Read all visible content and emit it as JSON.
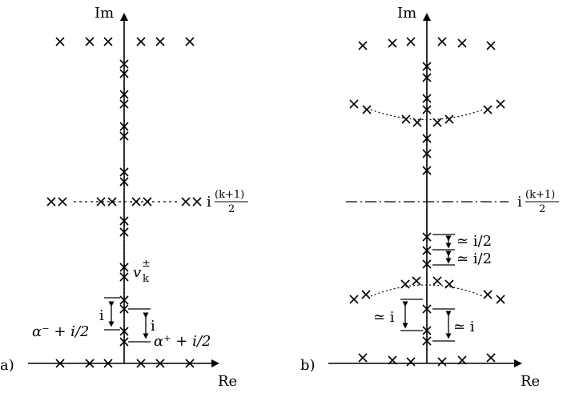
{
  "panel_a": {
    "tag": "a)",
    "axis_im": "Im",
    "axis_re": "Re",
    "mid_level_main": "i",
    "mid_level_frac": "(k+1)",
    "mid_level_den": "2",
    "v_label": "v",
    "v_sup": "±",
    "v_sub": "k",
    "gap_left": "i",
    "gap_right": "i",
    "alpha_minus": "α⁻ + i/2",
    "alpha_plus": "α⁺ + i/2"
  },
  "panel_b": {
    "tag": "b)",
    "axis_im": "Im",
    "axis_re": "Re",
    "mid_level_main": "i",
    "mid_level_frac": "(k+1)",
    "mid_level_den": "2",
    "gap_half_1": "≃ i/2",
    "gap_half_2": "≃ i/2",
    "gap_left": "≃ i",
    "gap_right": "≃ i"
  }
}
